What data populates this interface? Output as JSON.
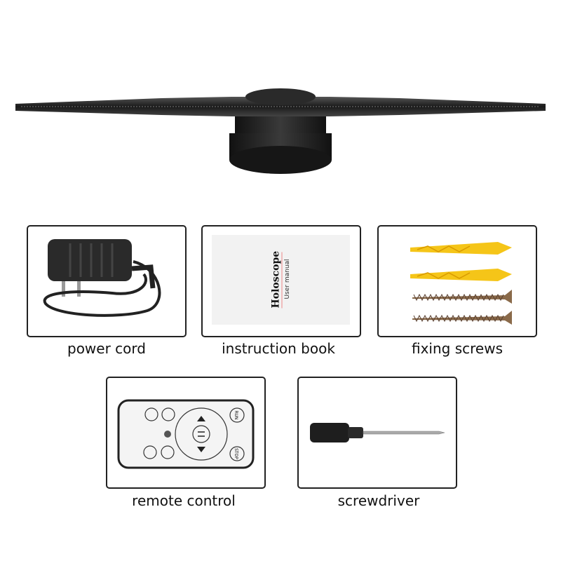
{
  "accessories": [
    {
      "label": "power cord"
    },
    {
      "label": "instruction book",
      "book_title": "Holoscope",
      "book_subtitle": "User manual"
    },
    {
      "label": "fixing screws"
    },
    {
      "label": "remote control",
      "run_button": "RUN",
      "stop_button": "STOP"
    },
    {
      "label": "screwdriver"
    }
  ],
  "colors": {
    "border": "#222222",
    "anchor_yellow": "#f5c518",
    "screw_bronze": "#8a6a4a"
  }
}
